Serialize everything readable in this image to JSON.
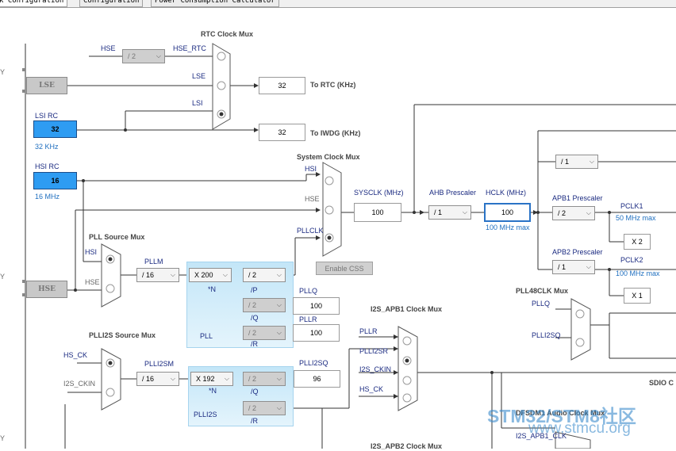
{
  "tabs": [
    "k Configuration",
    "Configuration",
    "Power Consumption Calculator"
  ],
  "rtc": {
    "title": "RTC Clock Mux",
    "hse_div": "/ 2",
    "in_hse": "HSE",
    "in_hse_rtc": "HSE_RTC",
    "in_lse": "LSE",
    "in_lsi": "LSI",
    "value": "32",
    "out_label": "To RTC (KHz)"
  },
  "iwdg": {
    "value": "32",
    "out_label": "To IWDG (KHz)"
  },
  "lse": {
    "label": "LSE"
  },
  "lsi": {
    "title": "LSI RC",
    "value": "32",
    "freq": "32 KHz"
  },
  "hsi": {
    "title": "HSI RC",
    "value": "16",
    "freq": "16 MHz"
  },
  "hse": {
    "label": "HSE"
  },
  "sysmux": {
    "title": "System Clock Mux",
    "in_hsi": "HSI",
    "in_hse": "HSE",
    "in_pllclk": "PLLCLK",
    "css": "Enable CSS"
  },
  "sysclk": {
    "label": "SYSCLK (MHz)",
    "value": "100"
  },
  "ahb": {
    "label": "AHB Prescaler",
    "value": "/ 1"
  },
  "hclk": {
    "label": "HCLK (MHz)",
    "value": "100",
    "max": "100 MHz max"
  },
  "apb1": {
    "label": "APB1 Prescaler",
    "value": "/ 2",
    "pclk": "PCLK1",
    "max": "50 MHz max",
    "mult": "X 2"
  },
  "apb2": {
    "label": "APB2 Prescaler",
    "value": "/ 1",
    "pclk": "PCLK2",
    "max": "100 MHz max",
    "mult": "X 1"
  },
  "topdiv": {
    "value": "/ 1"
  },
  "pllsrc": {
    "title": "PLL Source Mux",
    "in_hsi": "HSI",
    "in_hse": "HSE"
  },
  "pll": {
    "pllm_label": "PLLM",
    "pllm": "/ 16",
    "n": "X 200",
    "n_label": "*N",
    "p": "/ 2",
    "p_label": "/P",
    "q": "/ 2",
    "q_label": "/Q",
    "r": "/ 2",
    "r_label": "/R",
    "name": "PLL",
    "pllq_label": "PLLQ",
    "pllq": "100",
    "pllr_label": "PLLR",
    "pllr": "100"
  },
  "plli2ssrc": {
    "title": "PLLI2S Source Mux",
    "in_hsck": "HS_CK",
    "in_i2sckin": "I2S_CKIN"
  },
  "plli2s": {
    "m_label": "PLLI2SM",
    "m": "/ 16",
    "n": "X 192",
    "n_label": "*N",
    "q": "/ 2",
    "q_label": "/Q",
    "r": "/ 2",
    "r_label": "/R",
    "name": "PLLI2S",
    "sq_label": "PLLI2SQ",
    "sq": "96"
  },
  "i2s1": {
    "title": "I2S_APB1 Clock Mux",
    "in_pllr": "PLLR",
    "in_plli2sr": "PLLI2SR",
    "in_i2sckin": "I2S_CKIN",
    "in_hsck": "HS_CK"
  },
  "pll48": {
    "title": "PLL48CLK Mux",
    "in_pllq": "PLLQ",
    "in_plli2sq": "PLLI2SQ"
  },
  "dfsdm": {
    "title": "DFSDM1 Audio Clock Mux",
    "in": "I2S_APB1_CLK"
  },
  "i2s2": {
    "title": "I2S_APB2 Clock Mux"
  },
  "sdio": {
    "title": "SDIO C"
  },
  "watermark": {
    "line1": "STM32/STM8社区",
    "line2": "www.stmcu.org"
  }
}
